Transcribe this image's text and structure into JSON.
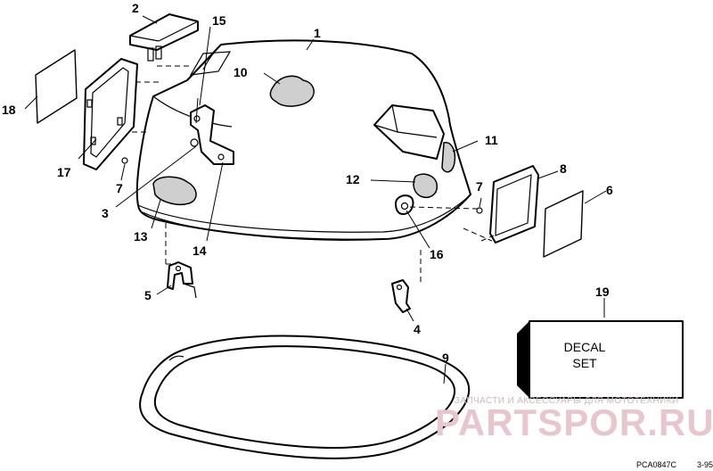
{
  "diagram": {
    "callouts": [
      {
        "id": "1",
        "label": "1"
      },
      {
        "id": "2",
        "label": "2"
      },
      {
        "id": "3",
        "label": "3"
      },
      {
        "id": "4",
        "label": "4"
      },
      {
        "id": "5",
        "label": "5"
      },
      {
        "id": "6",
        "label": "6"
      },
      {
        "id": "7a",
        "label": "7"
      },
      {
        "id": "7b",
        "label": "7"
      },
      {
        "id": "8",
        "label": "8"
      },
      {
        "id": "9",
        "label": "9"
      },
      {
        "id": "10",
        "label": "10"
      },
      {
        "id": "11",
        "label": "11"
      },
      {
        "id": "12",
        "label": "12"
      },
      {
        "id": "13",
        "label": "13"
      },
      {
        "id": "14",
        "label": "14"
      },
      {
        "id": "15",
        "label": "15"
      },
      {
        "id": "16",
        "label": "16"
      },
      {
        "id": "17",
        "label": "17"
      },
      {
        "id": "18",
        "label": "18"
      },
      {
        "id": "19",
        "label": "19"
      }
    ],
    "decal_box": {
      "line1": "DECAL",
      "line2": "SET"
    },
    "figure_code": "PCA0847C",
    "page_ref": "3-95"
  },
  "watermark": {
    "caption": "ЗАПЧАСТИ И АКСЕССУАРЫ ДЛЯ МОТОТЕХНИКИ",
    "site": "PARTSPOR.RU"
  },
  "colors": {
    "line": "#000000",
    "background": "#ffffff",
    "watermark": "#e7c7cd"
  }
}
